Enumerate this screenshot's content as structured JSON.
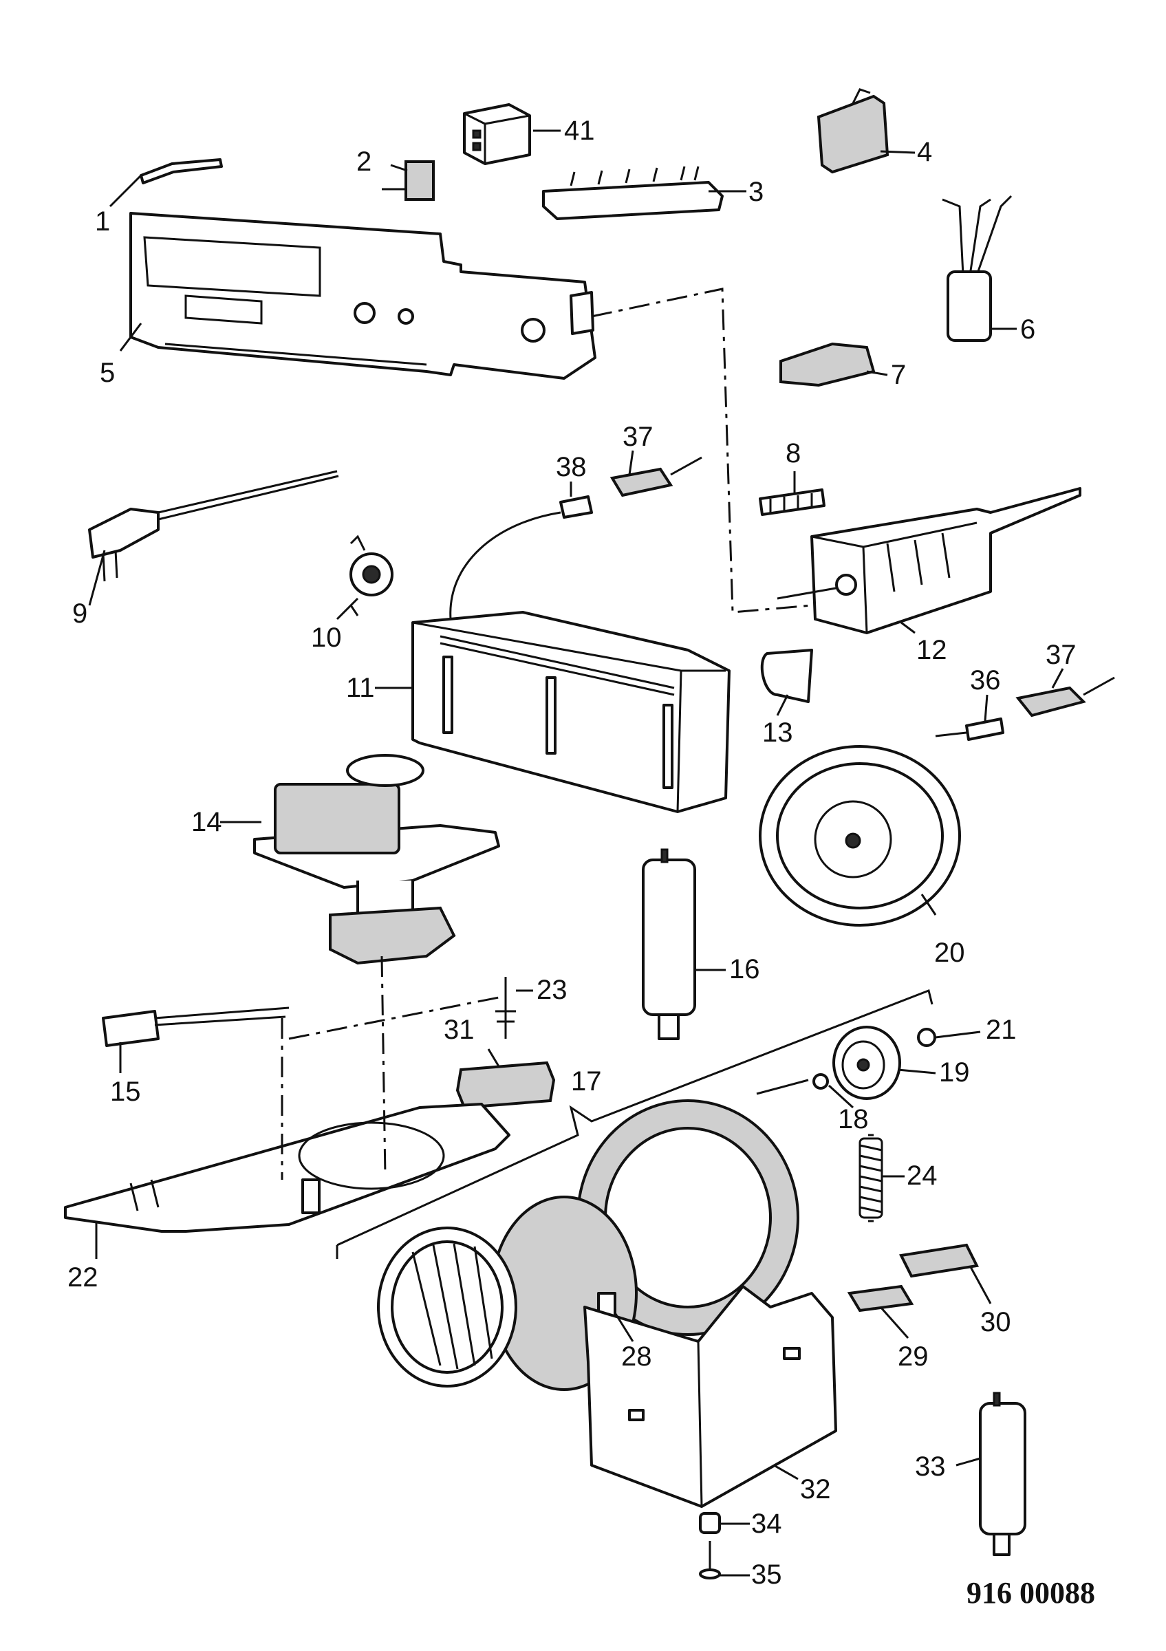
{
  "callouts": [
    {
      "id": "1",
      "label": "1"
    },
    {
      "id": "2",
      "label": "2"
    },
    {
      "id": "3",
      "label": "3"
    },
    {
      "id": "4",
      "label": "4"
    },
    {
      "id": "5",
      "label": "5"
    },
    {
      "id": "6",
      "label": "6"
    },
    {
      "id": "7",
      "label": "7"
    },
    {
      "id": "8",
      "label": "8"
    },
    {
      "id": "9",
      "label": "9"
    },
    {
      "id": "10",
      "label": "10"
    },
    {
      "id": "11",
      "label": "11"
    },
    {
      "id": "12",
      "label": "12"
    },
    {
      "id": "13",
      "label": "13"
    },
    {
      "id": "14",
      "label": "14"
    },
    {
      "id": "15",
      "label": "15"
    },
    {
      "id": "16",
      "label": "16"
    },
    {
      "id": "17",
      "label": "17"
    },
    {
      "id": "18",
      "label": "18"
    },
    {
      "id": "19",
      "label": "19"
    },
    {
      "id": "20",
      "label": "20"
    },
    {
      "id": "21",
      "label": "21"
    },
    {
      "id": "22",
      "label": "22"
    },
    {
      "id": "23",
      "label": "23"
    },
    {
      "id": "24",
      "label": "24"
    },
    {
      "id": "28",
      "label": "28"
    },
    {
      "id": "29",
      "label": "29"
    },
    {
      "id": "30",
      "label": "30"
    },
    {
      "id": "31",
      "label": "31"
    },
    {
      "id": "32",
      "label": "32"
    },
    {
      "id": "33",
      "label": "33"
    },
    {
      "id": "34",
      "label": "34"
    },
    {
      "id": "35",
      "label": "35"
    },
    {
      "id": "36",
      "label": "36"
    },
    {
      "id": "37a",
      "label": "37"
    },
    {
      "id": "37b",
      "label": "37"
    },
    {
      "id": "38",
      "label": "38"
    },
    {
      "id": "41",
      "label": "41"
    }
  ],
  "reference_number": "916 00088"
}
